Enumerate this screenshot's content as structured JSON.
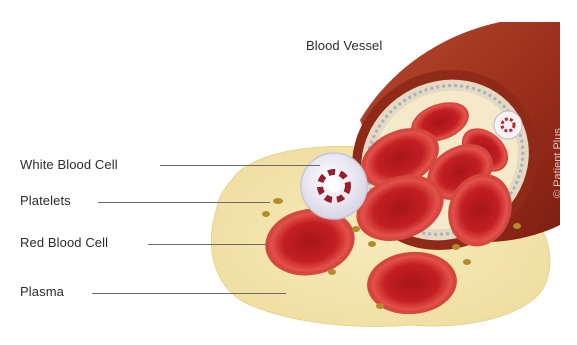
{
  "labels": {
    "blood_vessel": "Blood Vessel",
    "white_blood_cell": "White Blood Cell",
    "platelets": "Platelets",
    "red_blood_cell": "Red Blood Cell",
    "plasma": "Plasma"
  },
  "watermark": "© Patient Plus",
  "colors": {
    "plasma": "#f3e3a6",
    "red_cell_rim": "#c9302c",
    "red_cell_center": "#b41f1f",
    "vessel_wall": "#a8361f",
    "white_cell": "#f1f1f6"
  },
  "icons": {
    "vessel": "blood-vessel-illustration",
    "wbc": "white-blood-cell-icon",
    "rbc": "red-blood-cell-icon",
    "platelet": "platelet-icon"
  }
}
